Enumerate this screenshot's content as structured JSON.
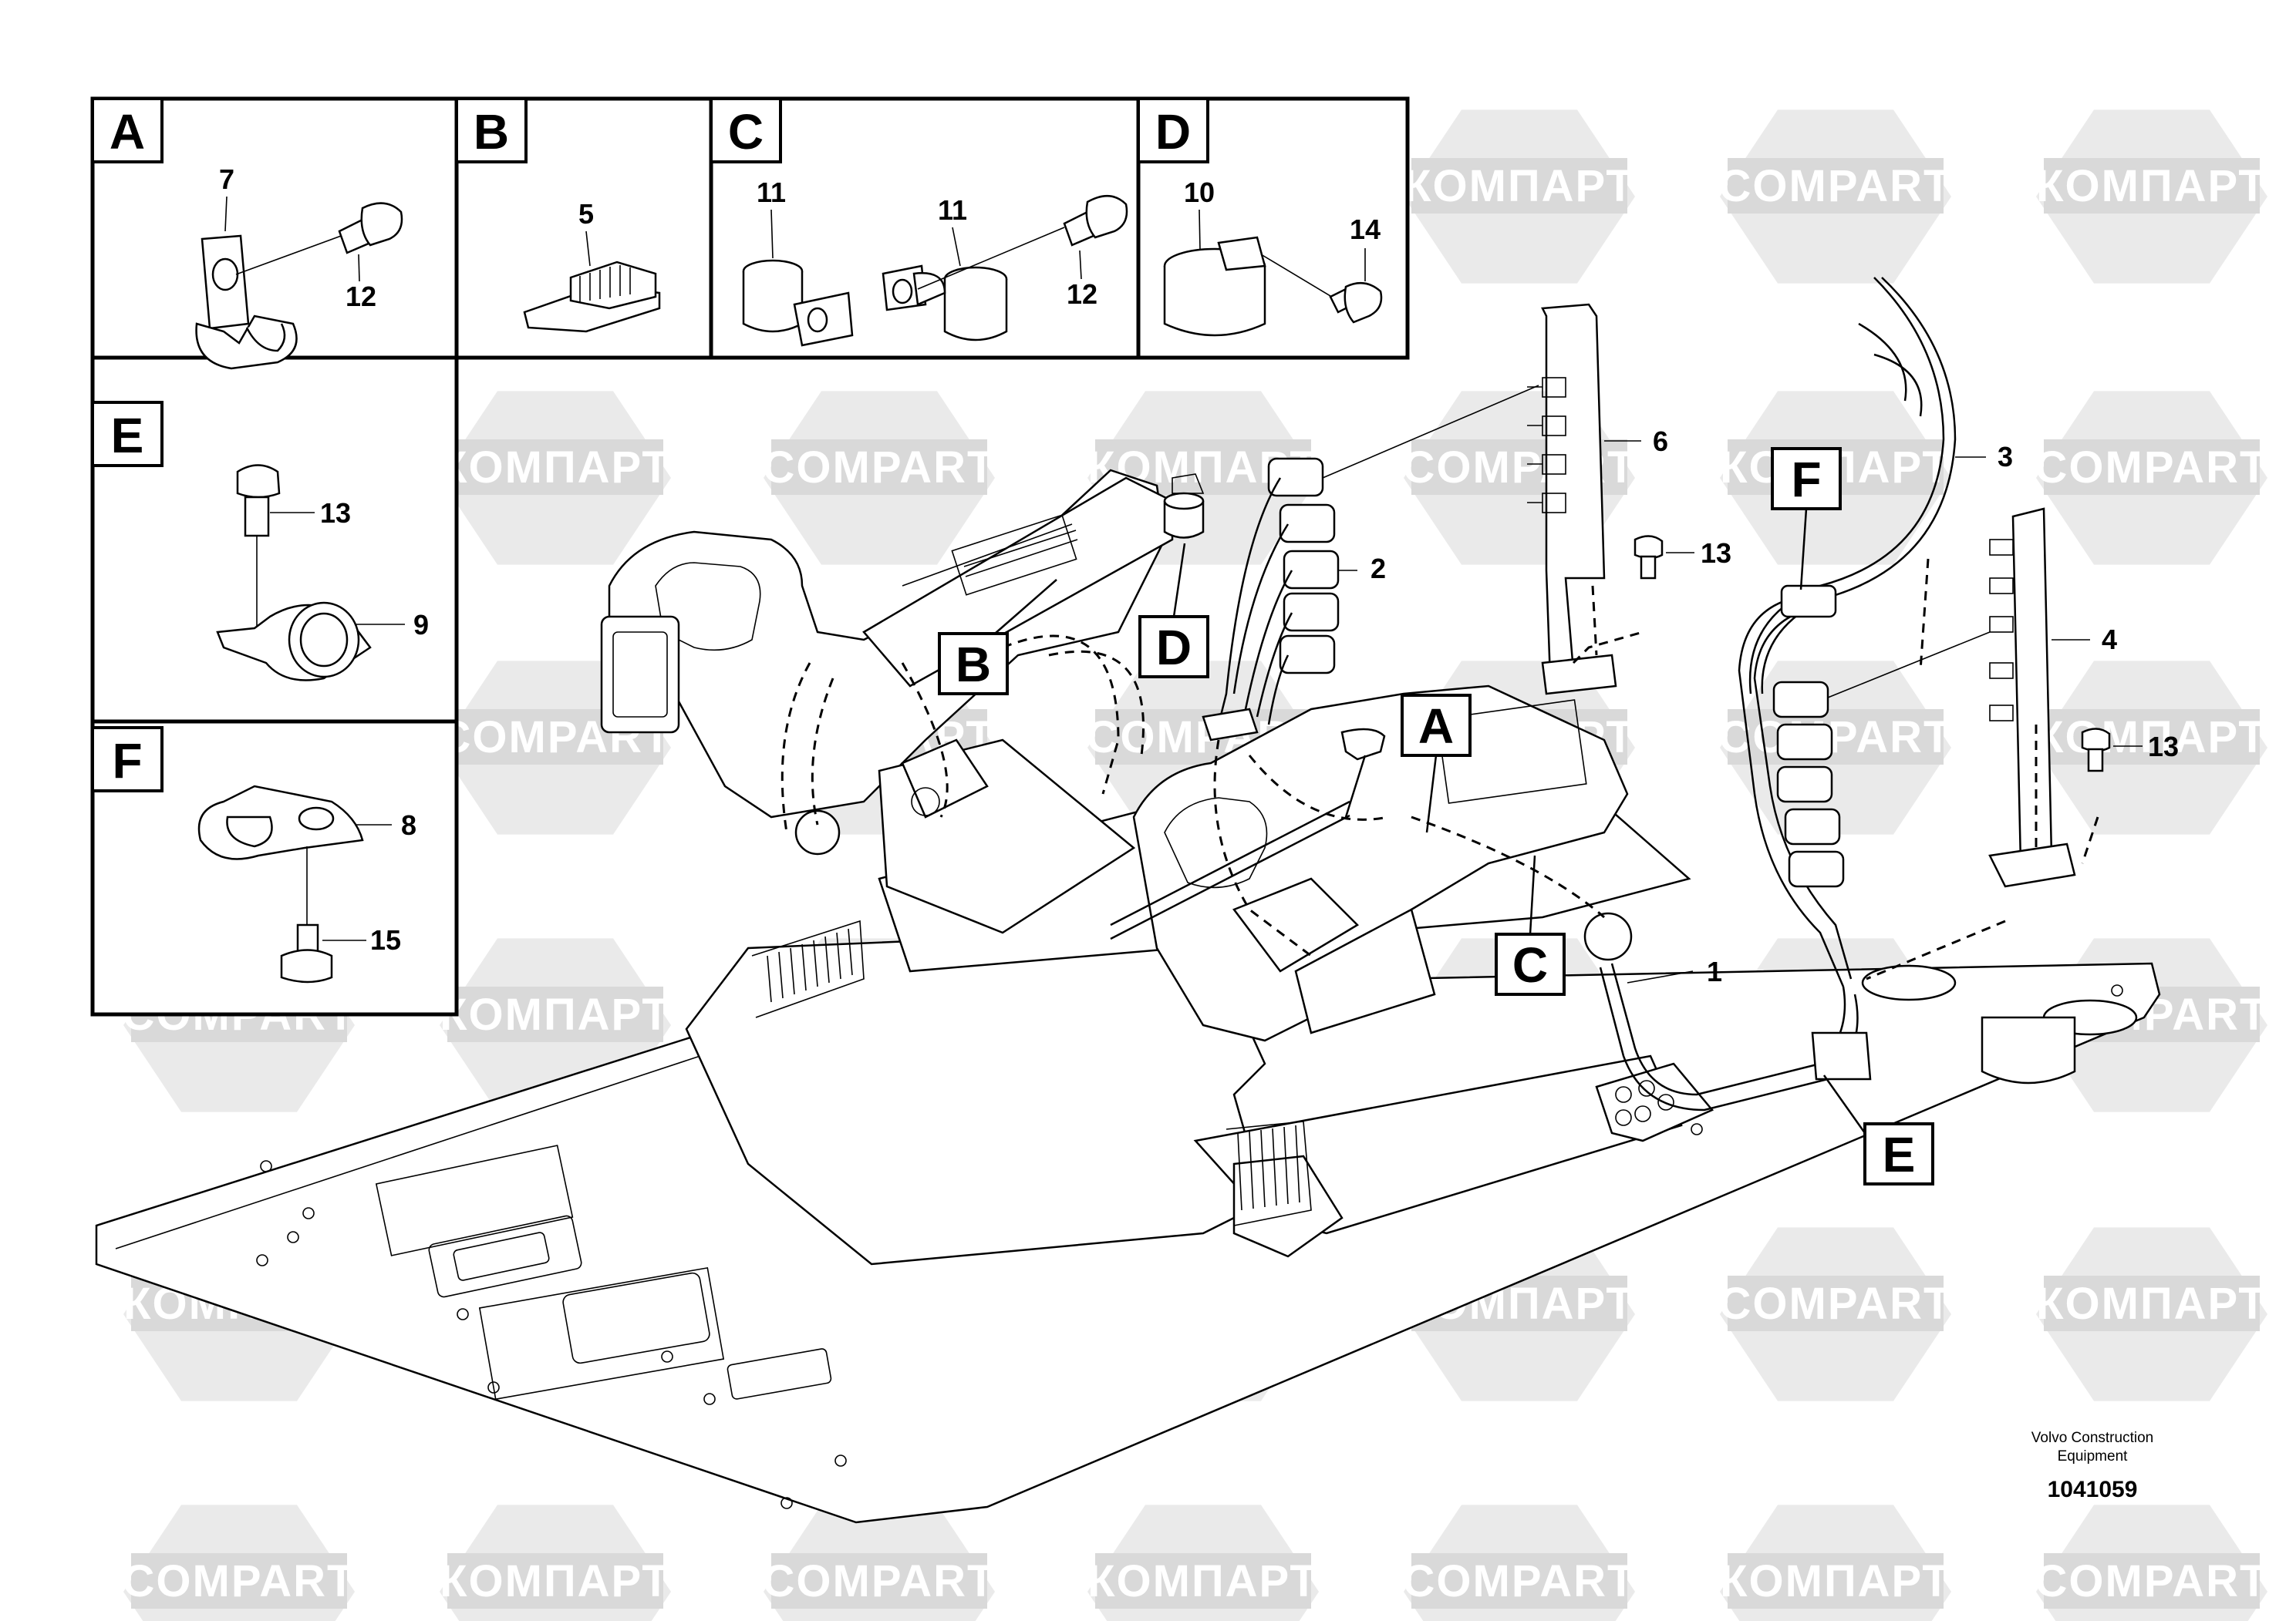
{
  "watermark": {
    "texts": [
      "КОМПАРТ",
      "COMPART"
    ],
    "color": "#d9d9d9"
  },
  "detail_panels": [
    {
      "letter": "A",
      "callouts": [
        "7",
        "12"
      ]
    },
    {
      "letter": "B",
      "callouts": [
        "5"
      ]
    },
    {
      "letter": "C",
      "callouts": [
        "11",
        "11",
        "12"
      ]
    },
    {
      "letter": "D",
      "callouts": [
        "10",
        "14"
      ]
    },
    {
      "letter": "E",
      "callouts": [
        "13",
        "9"
      ]
    },
    {
      "letter": "F",
      "callouts": [
        "8",
        "15"
      ]
    }
  ],
  "main_view": {
    "section_labels": [
      "B",
      "D",
      "A",
      "C",
      "F",
      "E"
    ],
    "callouts": [
      "1",
      "2",
      "3",
      "4",
      "6",
      "13",
      "13"
    ]
  },
  "caption": {
    "company_line1": "Volvo Construction",
    "company_line2": "Equipment",
    "drawing_number": "1041059"
  }
}
